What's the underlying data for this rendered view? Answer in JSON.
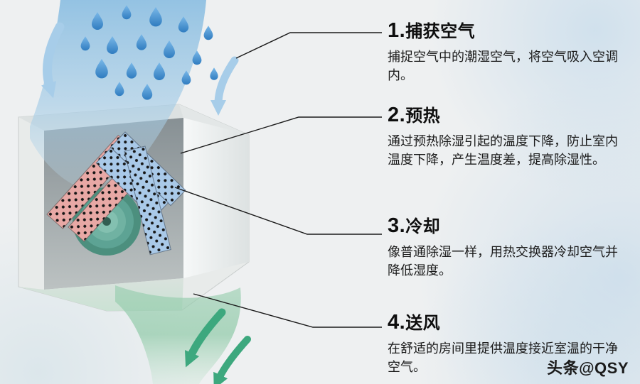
{
  "steps": [
    {
      "number": "1.",
      "title": "捕获空气",
      "description": "捕捉空气中的潮湿空气，将空气吸入空调内。"
    },
    {
      "number": "2.",
      "title": "预热",
      "description": "通过预热除湿引起的温度下降，防止室内温度下降，产生温度差，提高除湿性。"
    },
    {
      "number": "3.",
      "title": "冷却",
      "description": "像普通除湿一样，用热交换器冷却空气并降低湿度。"
    },
    {
      "number": "4.",
      "title": "送风",
      "description": "在舒适的房间里提供温度接近室温的干净空气。"
    }
  ],
  "watermark": {
    "text": "头条@QSY"
  },
  "illustration": {
    "subject": "dehumidifier-airflow-diagram",
    "elements": [
      "humid-air-stream",
      "water-droplets",
      "intake-arrow-left",
      "intake-arrow-right",
      "dehumidifier-unit",
      "preheat-panels-pink",
      "cooling-panels-blue",
      "fan-cylinder",
      "dry-air-stream",
      "outflow-arrows",
      "connector-lines"
    ],
    "colors": {
      "background": "#eef0f1",
      "droplet": "#3f86c9",
      "stream_blue": "#9cc6e5",
      "panel_pink": "#e8a8a5",
      "panel_blue": "#a9c9e8",
      "fan_teal": "#5da394",
      "stream_green": "#9fd0b4",
      "arrow_green": "#3da87e",
      "arrow_blue": "#a7cde9",
      "connector": "#1a1a1a",
      "text": "#121212"
    }
  }
}
